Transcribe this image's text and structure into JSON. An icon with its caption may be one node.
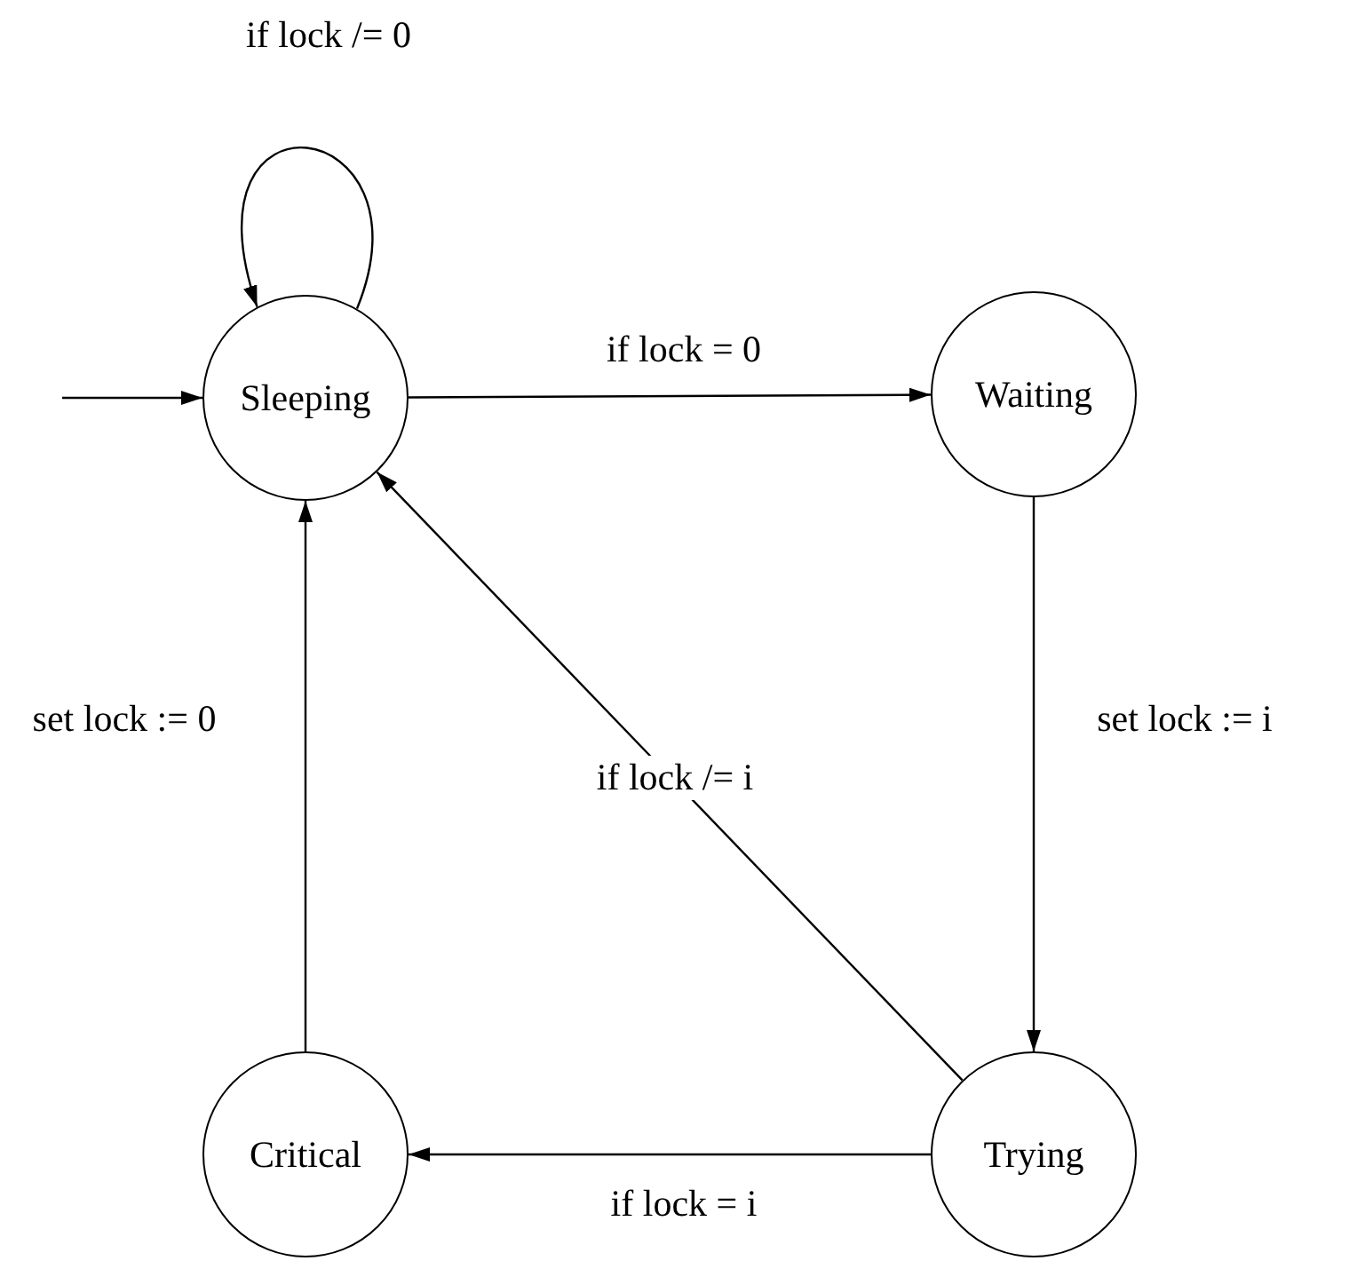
{
  "diagram": {
    "nodes": [
      {
        "text": [
          "Sleeping"
        ]
      },
      {
        "text": [
          "Waiting"
        ]
      },
      {
        "text": [
          "Trying"
        ]
      },
      {
        "text": [
          "Critical"
        ]
      }
    ],
    "edges": [
      {
        "from": 0,
        "to": 0,
        "arrow": "to",
        "label": "if lock /= 0"
      },
      {
        "from": null,
        "to": 0,
        "arrow": "to"
      },
      {
        "from": 0,
        "to": 1,
        "arrow": "to",
        "label": "if lock = 0"
      },
      {
        "from": 1,
        "to": 2,
        "arrow": "to",
        "label": "set lock := i"
      },
      {
        "from": 2,
        "to": 0,
        "arrow": "to",
        "label": "if lock /= i"
      },
      {
        "from": 2,
        "to": 3,
        "arrow": "to",
        "label": "if lock = i"
      },
      {
        "from": 3,
        "to": 0,
        "arrow": "to",
        "label": "set lock := 0"
      }
    ]
  }
}
